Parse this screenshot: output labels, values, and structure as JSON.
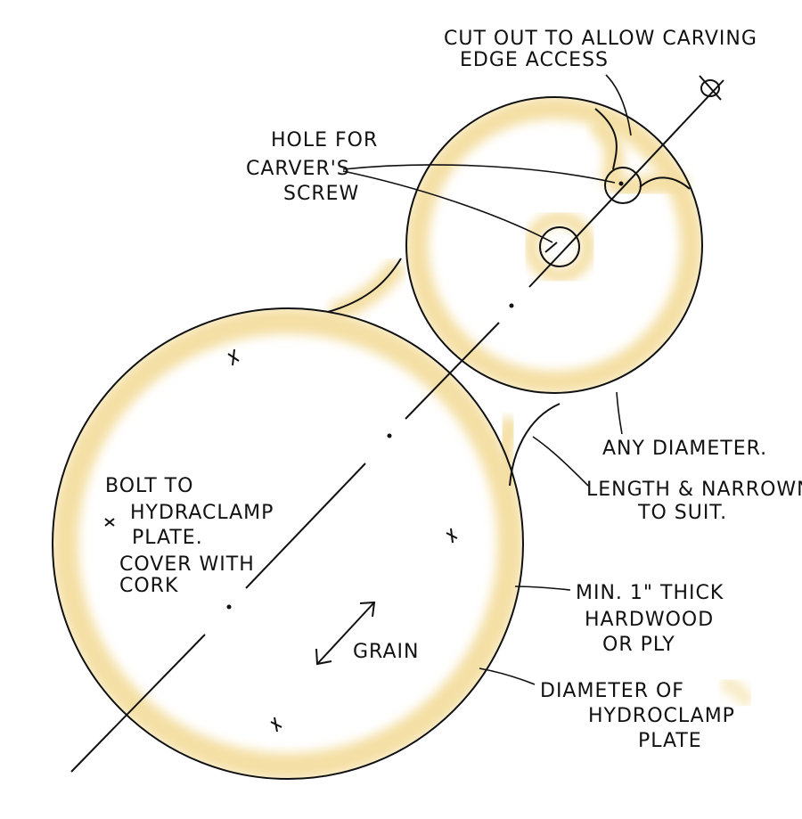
{
  "labels": {
    "cutout": [
      "CUT OUT TO ALLOW CARVING",
      "EDGE ACCESS"
    ],
    "hole": [
      "HOLE FOR",
      "CARVER'S",
      "SCREW"
    ],
    "bolt": [
      "BOLT TO",
      "HYDRACLAMP",
      "PLATE.",
      "COVER WITH",
      "CORK"
    ],
    "grain": "GRAIN",
    "any_diameter": "ANY DIAMETER.",
    "length": [
      "LENGTH & NARROWNESS",
      "TO SUIT."
    ],
    "thickness": [
      "MIN. 1\" THICK",
      "HARDWOOD",
      "OR PLY"
    ],
    "plate_diameter": [
      "DIAMETER OF",
      "HYDROCLAMP",
      "PLATE"
    ]
  },
  "colors": {
    "ink": "#111111",
    "wood_tint": "#f4dfa4",
    "paper": "#ffffff"
  }
}
